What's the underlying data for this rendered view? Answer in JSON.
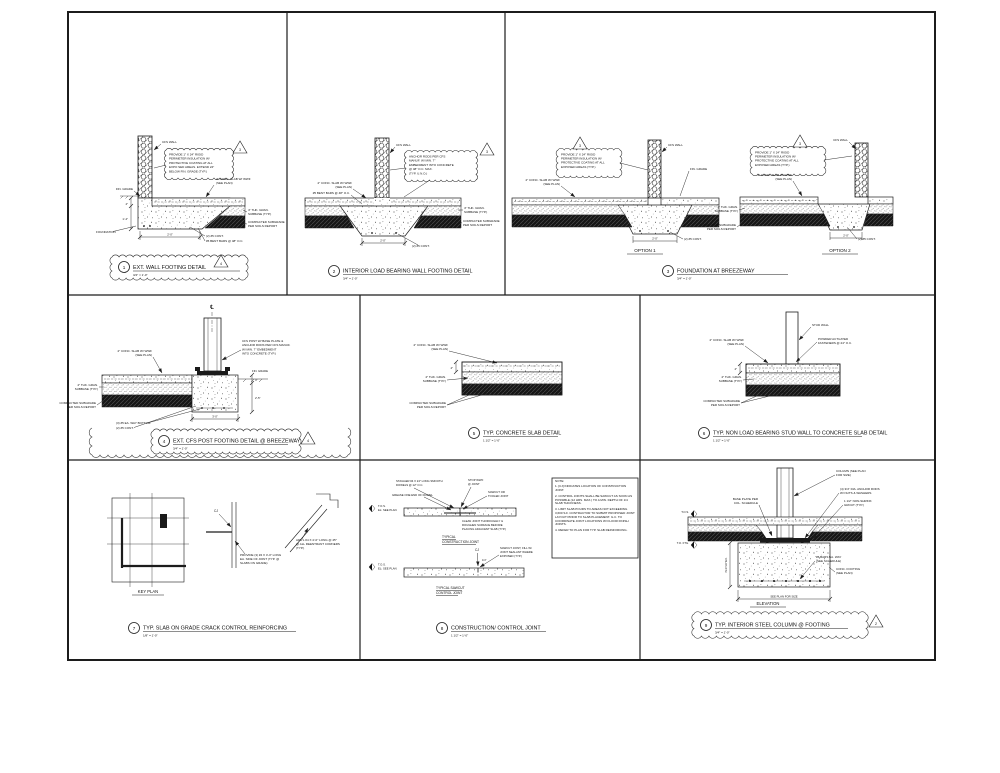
{
  "sheet": {
    "background": "#ffffff",
    "line_color": "#1c1c1c"
  },
  "common": {
    "slab_l1": "4\" CONC. SLAB W/ WWF",
    "slab_l2": "(SEE PLAN)",
    "subbase_l1": "4\" THK. GRAN.",
    "subbase_l2": "SUBBASE (TYP.)",
    "subgrade_l1": "COMPACTED SUBGRADE",
    "subgrade_l2": "PER SOILS REPORT",
    "cont_bars": "(2) #5 CONT.",
    "bent_bars": "#5 BENT BARS @ 48\" O.C.",
    "fin_grade": "FIN. GRADE",
    "cfs_wall": "CFS WALL",
    "tos": "T.O.S.",
    "el_see_plan": "EL: SEE PLAN"
  },
  "d1": {
    "num": "1",
    "title": "EXT. WALL FOOTING DETAIL",
    "scale": "3/4\" = 1'-0\"",
    "rev_note": "3",
    "rev_title": "4",
    "note": {
      "l1": "PROVIDE 1\" X 24\" RIGID",
      "l2": "PERIMETER INSULATION W/",
      "l3": "PROTECTIVE COATING AT ALL",
      "l4": "EXPO SED AREAS. EXTEND 24\"",
      "l5": "BELOW FIN. GRADE (TYP.)"
    },
    "ann": {
      "foundation": "FOUNDATION",
      "dim_w": "2'-0\"",
      "dim_t": "4\"",
      "dim_d": "1'-4\""
    }
  },
  "d2": {
    "num": "2",
    "title": "INTERIOR LOAD BEARING WALL FOOTING DETAIL",
    "scale": "3/4\" = 1'-0\"",
    "rev_note": "3",
    "note": {
      "l1": "ANCHOR RODS PER CFS",
      "l2": "MANUF. W/ MIN. 7\"",
      "l3": "EMBEDMENT INTO CONCRETE",
      "l4": "@ 48\" O.C. MAX.",
      "l5": "(TYP. U.N.O.)"
    },
    "ann": {
      "dim_w": "2'-0\""
    }
  },
  "d3": {
    "num": "3",
    "title": "FOUNDATION AT BREEZEWAY",
    "scale": "3/4\" = 1'-0\"",
    "rev_note": "3",
    "option1": "OPTION 1",
    "option2": "OPTION 2",
    "note": {
      "l1": "PROVIDE 1\" X 24\" RIGID",
      "l2": "PERIMETER INSULATION W/",
      "l3": "PROTECTIVE COATING AT ALL",
      "l4": "EXPOSED AREAS (TYP.)"
    },
    "ann": {
      "dim_w": "2'-0\""
    }
  },
  "d4": {
    "num": "4",
    "title": "EXT. CFS POST FOOTING DETAIL @ BREEZEWAY",
    "scale": "3/4\" = 1'-0\"",
    "rev_title": "4",
    "cl_sym": "℄",
    "cl_post": "℄ POST",
    "note": {
      "l1": "CFS POST W/ BASE PLATE &",
      "l2": "ANCHOR RODS PER CFS MANUF.",
      "l3": "W/ MIN. 7\" EMBEDMENT",
      "l4": "INTO CONCRETE (TYP.)"
    },
    "ann": {
      "bars": "(3) #5 EA. WAY BOTTOM",
      "dim_w": "3'-0\"",
      "dim_t": "4\"",
      "dim_d": "2'-5\""
    }
  },
  "d5": {
    "num": "5",
    "title": "TYP. CONCRETE SLAB DETAIL",
    "scale": "1 1/2\" = 1'-0\"",
    "dim_t": "4\""
  },
  "d6": {
    "num": "6",
    "title": "TYP. NON LOAD BEARING STUD WALL TO CONCRETE SLAB DETAIL",
    "scale": "1 1/2\" = 1'-0\"",
    "ann": {
      "stud": "STUD WALL",
      "paf_l1": "POWDER ACTUATED",
      "paf_l2": "FASTENERS @ 24\" O.C.",
      "dim_t": "4\""
    }
  },
  "d7": {
    "num": "7",
    "title": "TYP. SLAB ON GRADE CRACK CONTROL REINFORCING",
    "scale": "1/8\" = 1'-0\"",
    "key_plan": "KEY PLAN",
    "cj": "CJ",
    "ann": {
      "joint_l1": "PROVIDE (3) #4 X 4'-0\" LONG",
      "joint_l2": "EA. SIDE OF JOINT (TYP. @",
      "joint_l3": "SLABS ON GRADE)",
      "corner_l1": "ADD'L #4 X 4'-0\" LONG @ 45°",
      "corner_l2": "@ ALL REENTRANT CORNERS",
      "corner_l3": "(TYP.)"
    }
  },
  "d8": {
    "num": "8",
    "title": "CONSTRUCTION/ CONTROL JOINT",
    "scale": "1 1/2\" = 1'-0\"",
    "cj": "CJ",
    "dim": "1/4\"",
    "dowel_l1": "STAGGER #4 X 24\" LONG SMOOTH",
    "dowel_l2": "DOWELS @ 12\" O.C.",
    "grease": "GREASE ONE END OF DOWEL",
    "stop_l1": "STOP WWF",
    "stop_l2": "@ JOINT",
    "saw_l1": "SAWCUT OR",
    "saw_l2": "TOOLED JOINT",
    "clean_l1": "CLEAN JOINT THOROUGHLY &",
    "clean_l2": "ROUGHEN SURFACE BEFORE",
    "clean_l3": "PLACING ADJACENT SLAB (TYP.)",
    "label1_l1": "TYPICAL",
    "label1_l2": "CONSTRUCTION JOINT",
    "fill_l1": "SAWCUT JOINT, FILL W/",
    "fill_l2": "JOINT SEALANT WHERE",
    "fill_l3": "EXPOSED (TYP.)",
    "label2_l1": "TYPICAL SAWCUT",
    "label2_l2": "CONTROL JOINT",
    "notes_title": "NOTE:",
    "note1": "1. [CJ] INDICATES LOCATION OF CONSTRUCTION JOINT.",
    "note2": "2. CONTROL JOINTS SHALL BE SAWCUT AS SOON AS POSSIBLE (12 HRS. MAX.) TO A MIN. DEPTH OF 1/4 SLAB THICKNESS.",
    "note3": "3. LIMIT SLAB POURS TO AREAS NOT EXCEEDING 3,600 S.F. CONTRACTOR TO SUBMIT PROPOSED JOINT LAYOUT PRIOR TO SLAB PLACEMENT. G.C. TO COORDINATE JOINT LOCATIONS W/ FLOOR FINISH JOINTS.",
    "note4": "4. REFER TO PLAN FOR TYP. SLAB REINFORCING."
  },
  "d9": {
    "num": "9",
    "title": "TYP. INTERIOR STEEL COLUMN @ FOOTING",
    "scale": "3/4\" = 1'-0\"",
    "rev_title": "2",
    "elevation": "ELEVATION",
    "ann": {
      "col_l1": "COLUMN (SEE PLAN",
      "col_l2": "FOR SIZE)",
      "rods_l1": "(4) 3/4\" DIA. ANCHOR RODS",
      "rods_l2": "W/ NUTS & WASHERS",
      "grout_l1": "1 1/2\" NON-SHRINK",
      "grout_l2": "GROUT (TYP.)",
      "plate_l1": "BASE PLATE PER",
      "plate_l2": "COL. SCHEDULE",
      "bars_l1": "#5 BARS EA. WAY",
      "bars_l2": "(SEE SCHEDULE)",
      "ftg_l1": "CONC. FOOTING",
      "ftg_l2": "(SEE PLAN)",
      "tofftg": "T.O. FTG.",
      "dim_w": "SEE PLAN FOR SIZE",
      "dim_d": "PER SCHED."
    }
  }
}
